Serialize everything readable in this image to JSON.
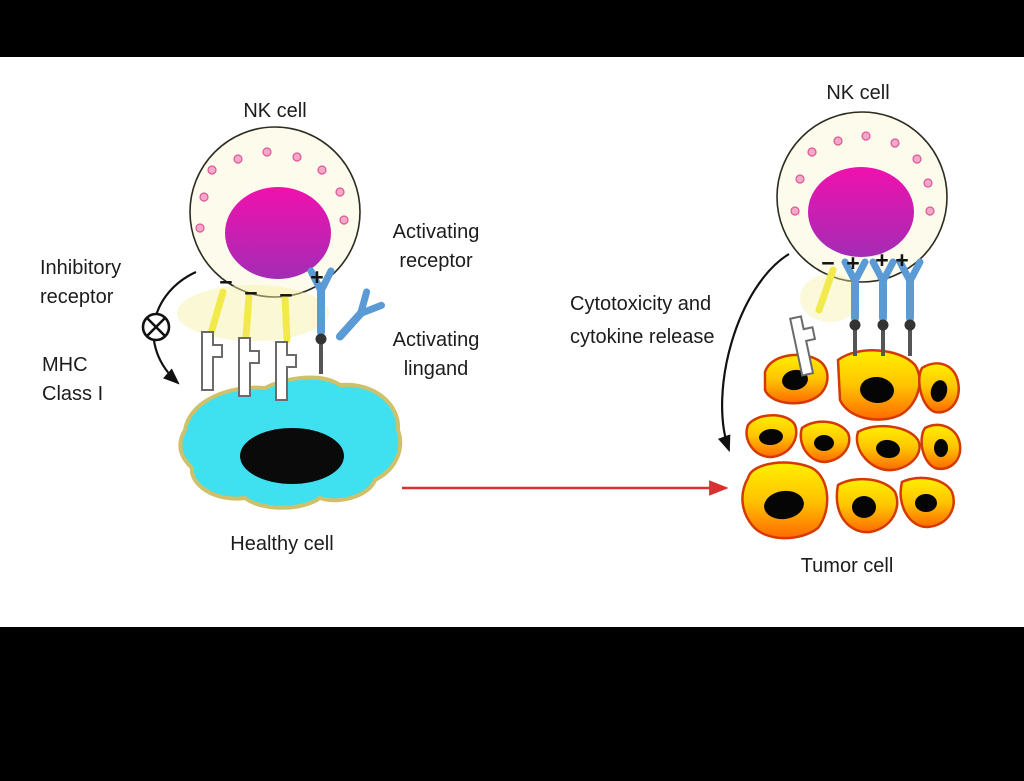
{
  "figure": {
    "left_panel": {
      "nk_cell_label": "NK cell",
      "inhibitory_receptor_label_line1": "Inhibitory",
      "inhibitory_receptor_label_line2": "receptor",
      "mhc_label_line1": "MHC",
      "mhc_label_line2": "Class I",
      "activating_receptor_label_line1": "Activating",
      "activating_receptor_label_line2": "receptor",
      "activating_ligand_label_line1": "Activating",
      "activating_ligand_label_line2": "lingand",
      "healthy_cell_label": "Healthy cell",
      "inhibitory_signs": [
        "−",
        "−",
        "−"
      ],
      "activating_sign": "+"
    },
    "right_panel": {
      "nk_cell_label": "NK cell",
      "cytotoxicity_label_line1": "Cytotoxicity and",
      "cytotoxicity_label_line2": "cytokine release",
      "tumor_cell_label": "Tumor cell",
      "signs": [
        "−",
        "+",
        "+",
        "+"
      ]
    },
    "colors": {
      "nk_cell_body": "#fdfbec",
      "nk_nucleus_top": "#f011ae",
      "nk_nucleus_bottom": "#a32cb5",
      "granule_pink": "#f2a8c6",
      "healthy_cell_cyan": "#3fe0ef",
      "tumor_yellow": "#ffef00",
      "tumor_orange": "#ff6a00",
      "tumor_outline": "#d43a00",
      "receptor_blue": "#5b9bd5",
      "receptor_yellow": "#f2ea4d",
      "arrow_red": "#d93030",
      "text": "#1c1c1c",
      "frame_black": "#000000"
    }
  }
}
